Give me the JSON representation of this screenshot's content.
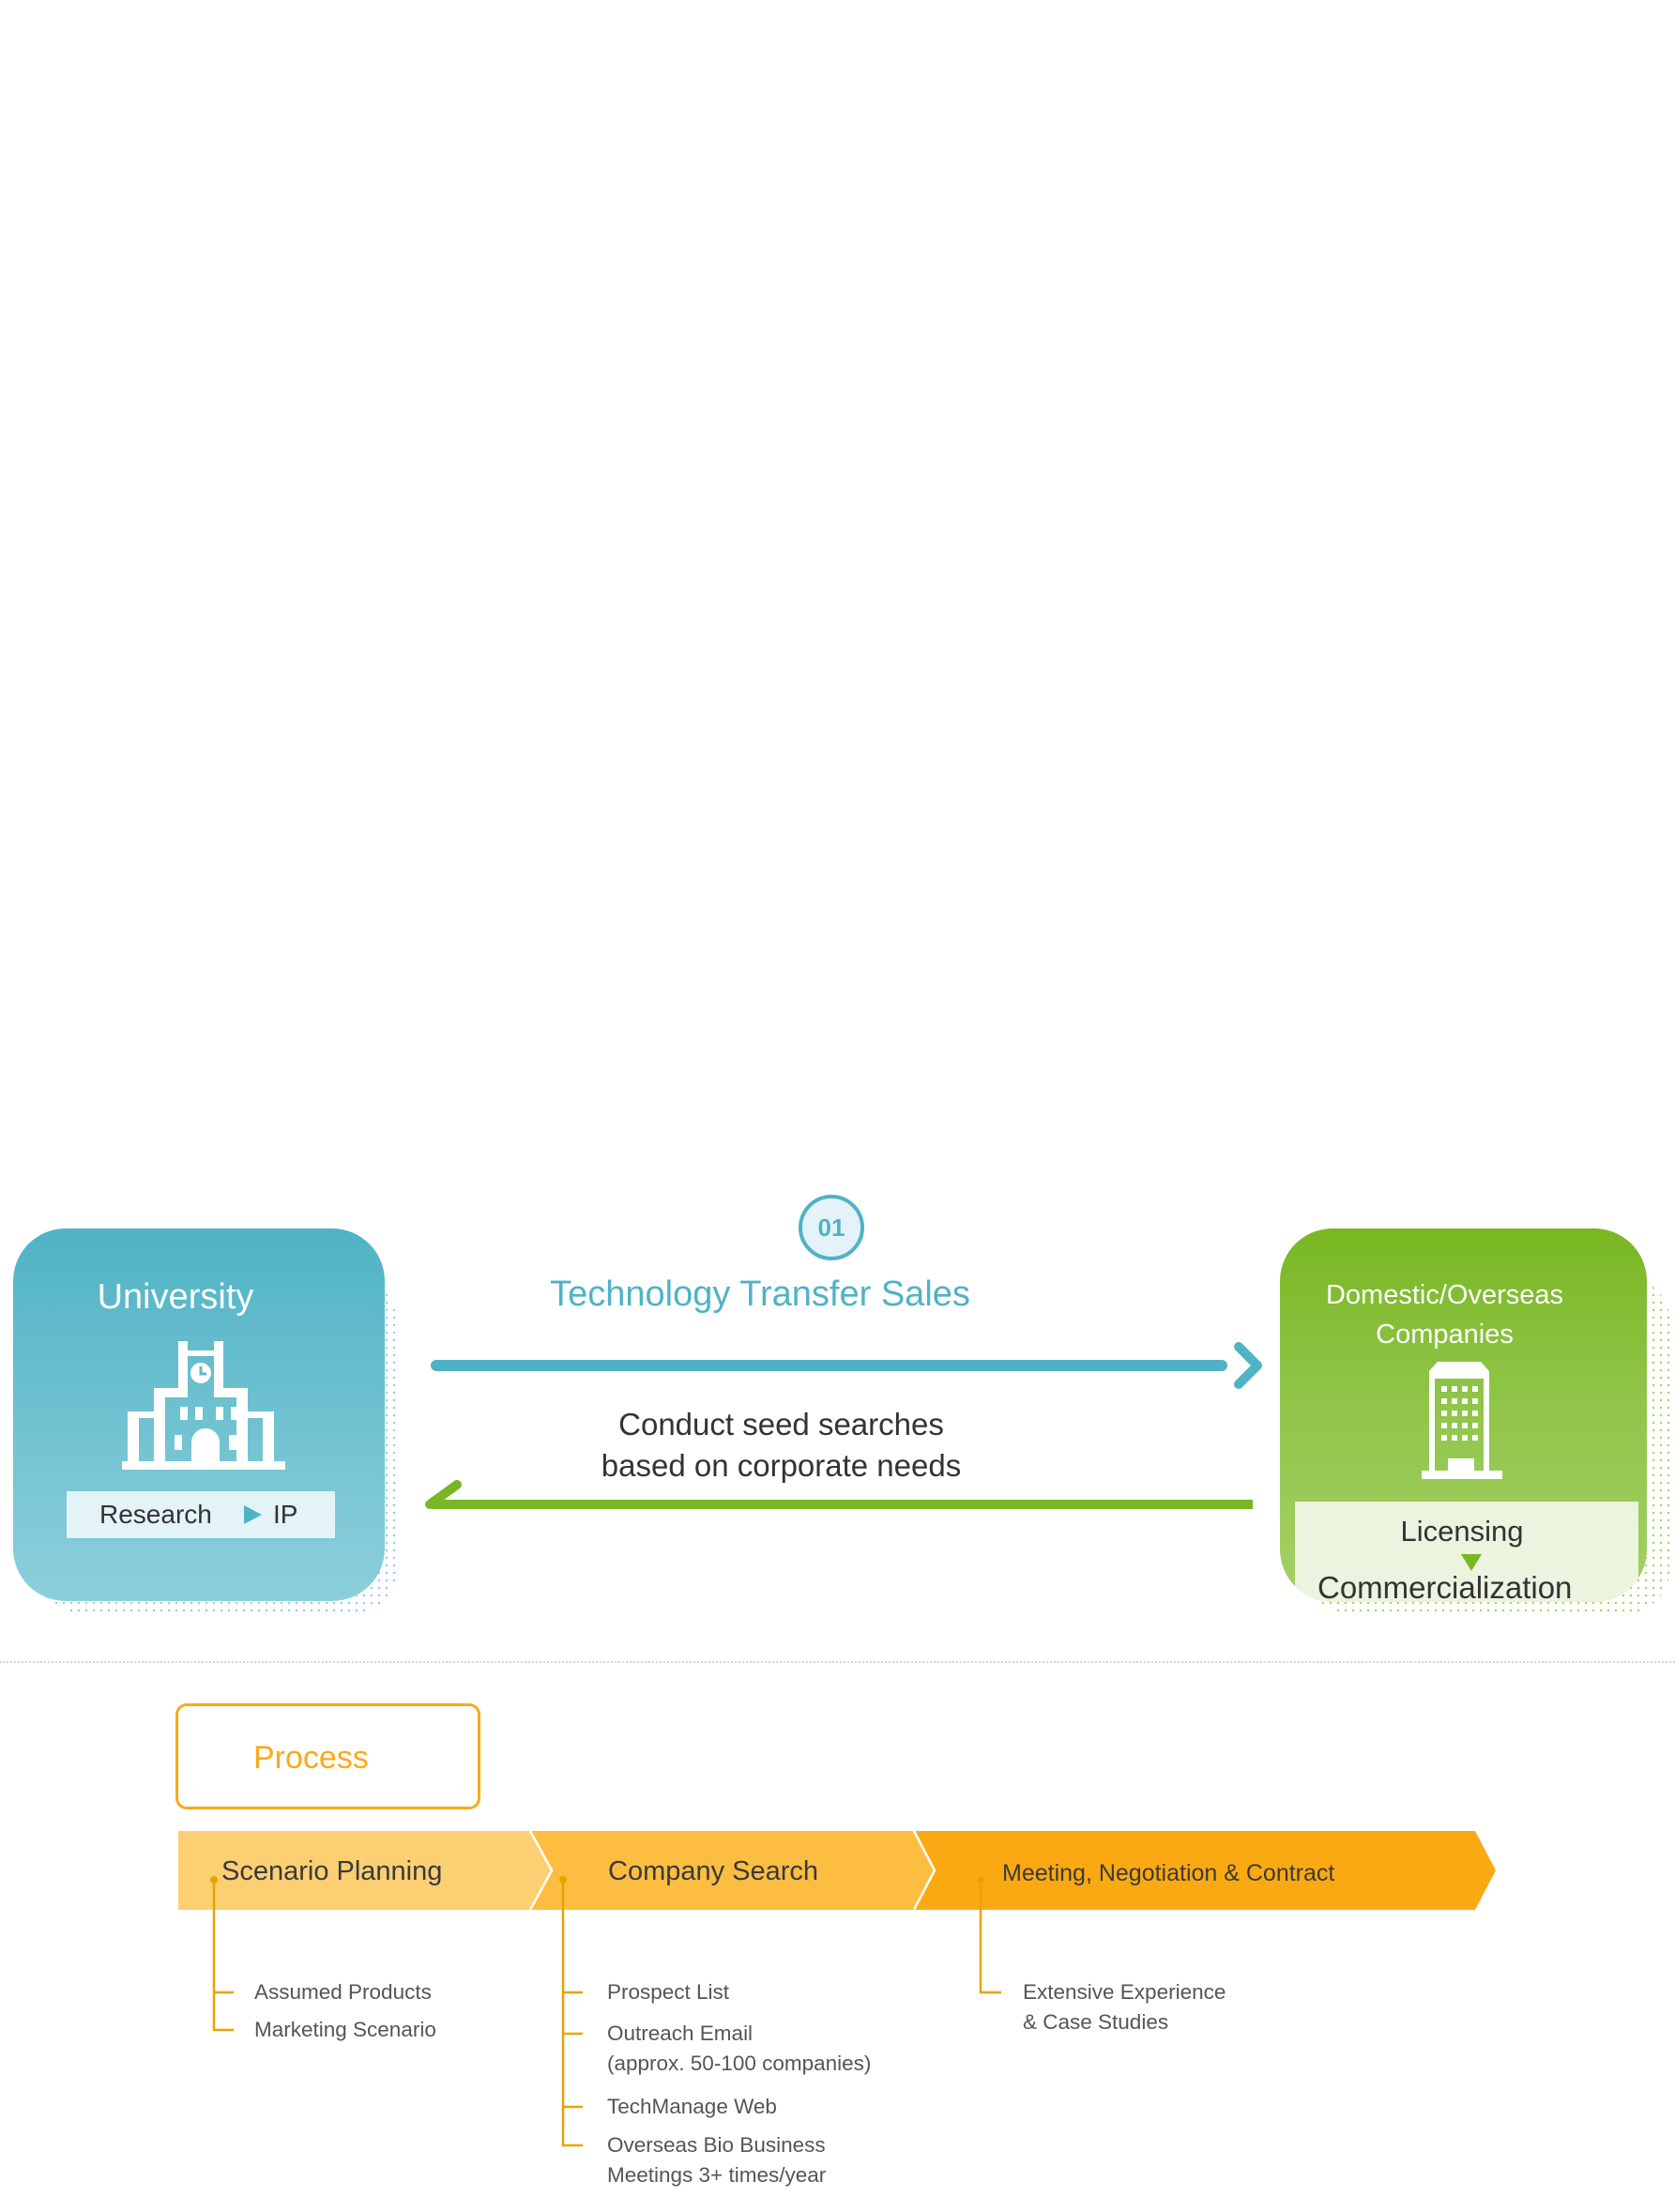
{
  "university": {
    "title": "University",
    "icon": "university-building-icon",
    "research_label": "Research",
    "arrow_icon": "play-triangle-icon",
    "ip_label": "IP",
    "color": "#4fb3c5"
  },
  "companies": {
    "title_line1": "Domestic/Overseas",
    "title_line2": "Companies",
    "icon": "office-building-icon",
    "licensing_label": "Licensing",
    "arrow_icon": "triangle-down-icon",
    "commercialization_label": "Commercialization",
    "color": "#79b722"
  },
  "flow": {
    "step_number": "01",
    "forward_label": "Technology Transfer Sales",
    "back_label_line1": "Conduct seed searches",
    "back_label_line2": "based on corporate needs",
    "forward_color": "#4fb3c5",
    "back_color": "#79b722"
  },
  "process": {
    "title": "Process",
    "accent": "#fba919",
    "steps": [
      {
        "label": "Scenario Planning",
        "color": "#fdcf73",
        "items": [
          "Assumed Products",
          "Marketing Scenario"
        ]
      },
      {
        "label": "Company Search",
        "color": "#fdbd40",
        "items": [
          "Prospect List",
          "Outreach Email\n(approx. 50-100 companies)",
          "TechManage Web",
          "Overseas Bio Business\nMeetings 3+ times/year"
        ],
        "item_lines": [
          [
            "Prospect List"
          ],
          [
            "Outreach Email",
            "(approx. 50-100 companies)"
          ],
          [
            "TechManage Web"
          ],
          [
            "Overseas Bio Business",
            "Meetings 3+ times/year"
          ]
        ]
      },
      {
        "label": "Meeting, Negotiation & Contract",
        "color": "#fba912",
        "items": [
          "Extensive Experience\n& Case Studies"
        ],
        "item_lines": [
          [
            "Extensive Experience",
            "& Case Studies"
          ]
        ]
      }
    ]
  }
}
